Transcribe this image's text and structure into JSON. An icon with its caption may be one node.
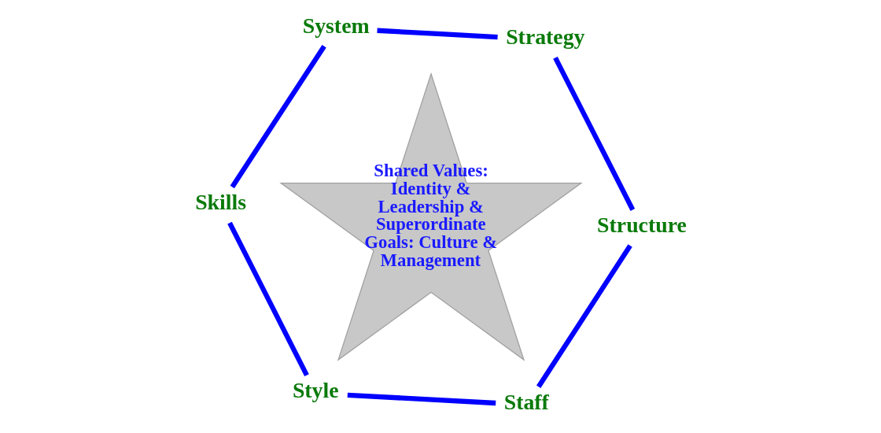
{
  "diagram": {
    "nodes": [
      {
        "text": [
          "Strategy"
        ]
      },
      {
        "text": [
          "Structure"
        ]
      },
      {
        "text": [
          "Shared Values: Identity & Leadership & Superordinate Goals: Culture & Management"
        ]
      },
      {
        "text": [
          "System"
        ]
      },
      {
        "text": [
          "Staff"
        ]
      },
      {
        "text": [
          "Skills"
        ]
      },
      {
        "text": [
          "Style"
        ]
      }
    ],
    "edges": [
      {
        "from": 0,
        "to": 1,
        "arrow": "none"
      },
      {
        "from": 1,
        "to": 4,
        "arrow": "none"
      },
      {
        "from": 4,
        "to": 6,
        "arrow": "none"
      },
      {
        "from": 6,
        "to": 5,
        "arrow": "none"
      },
      {
        "from": 5,
        "to": 3,
        "arrow": "none"
      },
      {
        "from": 3,
        "to": 0,
        "arrow": "none"
      }
    ]
  }
}
